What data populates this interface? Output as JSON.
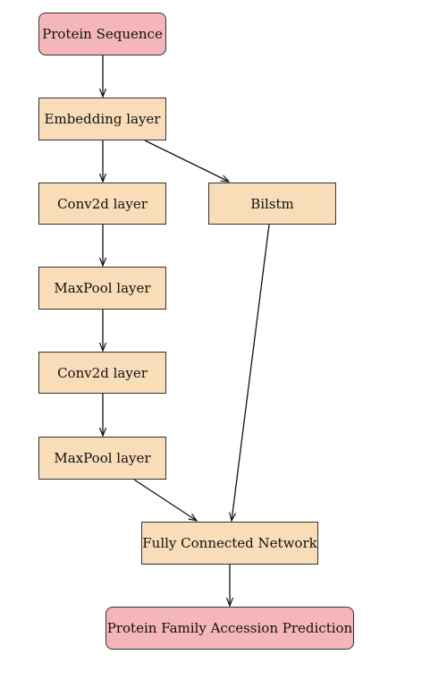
{
  "colors": {
    "terminal_fill": "#f4b6b8",
    "layer_fill": "#f9dcb8",
    "stroke": "#333333",
    "edge": "#111111"
  },
  "nodes": {
    "input": {
      "label": "Protein Sequence"
    },
    "embedding": {
      "label": "Embedding layer"
    },
    "conv1": {
      "label": "Conv2d layer"
    },
    "bilstm": {
      "label": "Bilstm"
    },
    "pool1": {
      "label": "MaxPool layer"
    },
    "conv2": {
      "label": "Conv2d layer"
    },
    "pool2": {
      "label": "MaxPool layer"
    },
    "fcn": {
      "label": "Fully Connected Network"
    },
    "output": {
      "label": "Protein Family Accession Prediction"
    }
  },
  "edges": [
    {
      "from": "input",
      "to": "embedding"
    },
    {
      "from": "embedding",
      "to": "conv1"
    },
    {
      "from": "embedding",
      "to": "bilstm"
    },
    {
      "from": "conv1",
      "to": "pool1"
    },
    {
      "from": "pool1",
      "to": "conv2"
    },
    {
      "from": "conv2",
      "to": "pool2"
    },
    {
      "from": "pool2",
      "to": "fcn"
    },
    {
      "from": "bilstm",
      "to": "fcn"
    },
    {
      "from": "fcn",
      "to": "output"
    }
  ]
}
